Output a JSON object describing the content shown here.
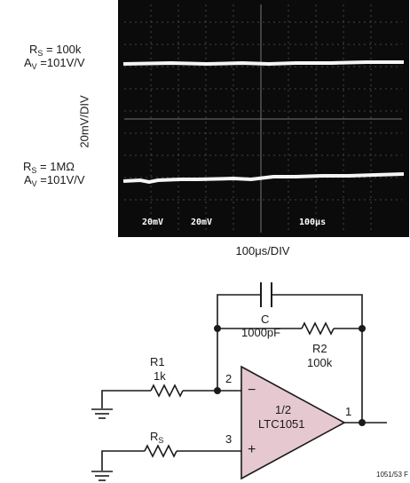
{
  "scope": {
    "trace1": {
      "rs_prefix": "R",
      "rs_sub": "S",
      "rs_value": " = 100k",
      "av_prefix": "A",
      "av_sub": "V",
      "av_value": " =101V/V"
    },
    "trace2": {
      "rs_prefix": "R",
      "rs_sub": "S",
      "rs_value": " = 1MΩ",
      "av_prefix": "A",
      "av_sub": "V",
      "av_value": " =101V/V"
    },
    "y_label": "20mV/DIV",
    "x_label": "100μs/DIV",
    "readout_ch1": "20mV",
    "readout_ch2": "20mV",
    "readout_time": "100μs"
  },
  "schematic": {
    "capacitor": {
      "name": "C",
      "value": "1000pF"
    },
    "r1": {
      "name": "R1",
      "value": "1k"
    },
    "r2": {
      "name": "R2",
      "value": "100k"
    },
    "rs": {
      "prefix": "R",
      "sub": "S"
    },
    "opamp": {
      "line1": "1/2",
      "line2": "LTC1051"
    },
    "pins": {
      "inverting": "2",
      "noninverting": "3",
      "output": "1"
    },
    "minus_sign": "−",
    "plus_sign": "+",
    "fill_color": "#e6c8d0"
  },
  "figure_id": "1051/53 F"
}
